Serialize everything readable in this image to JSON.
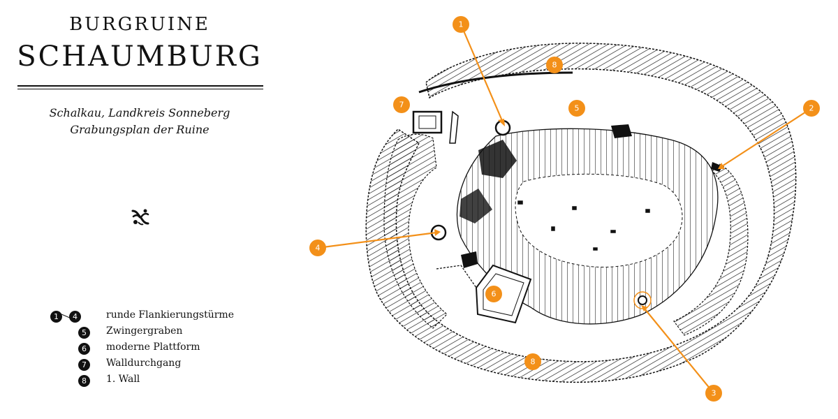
{
  "title": {
    "line1": "BURGRUINE",
    "line2": "SCHAUMBURG"
  },
  "subtitle": {
    "line1": "Schalkau, Landkreis Sonneberg",
    "line2": "Grabungsplan der Ruine"
  },
  "legend": [
    {
      "numbers": [
        "1",
        "4"
      ],
      "label": "runde Flankierungstürme"
    },
    {
      "numbers": [
        "5"
      ],
      "label": "Zwingergraben"
    },
    {
      "numbers": [
        "6"
      ],
      "label": "moderne Plattform"
    },
    {
      "numbers": [
        "7"
      ],
      "label": "Walldurchgang"
    },
    {
      "numbers": [
        "8"
      ],
      "label": "1. Wall"
    }
  ],
  "markers": [
    {
      "label": "1"
    },
    {
      "label": "2"
    },
    {
      "label": "3"
    },
    {
      "label": "4"
    },
    {
      "label": "5"
    },
    {
      "label": "6"
    },
    {
      "label": "7"
    },
    {
      "label": "8"
    },
    {
      "label": "8"
    }
  ],
  "colors": {
    "accent": "#F39019",
    "ink": "#111111"
  },
  "icons": {
    "ornament": "floral-ornament-icon"
  }
}
